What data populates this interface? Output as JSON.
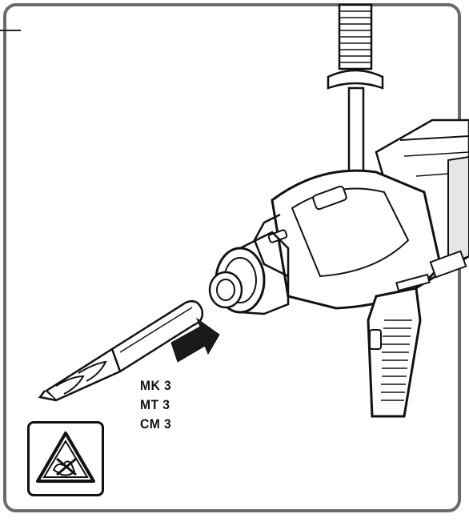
{
  "taper_labels": [
    "MK 3",
    "MT 3",
    "CM 3"
  ],
  "warning_symbol": {
    "icon": "hot-surface-do-not-touch-icon"
  },
  "illustration": {
    "subject": "drill-with-morse-taper-bit",
    "insert_arrow": "insert-direction-arrow"
  },
  "colors": {
    "frame": "#6b6b6b",
    "ink": "#111111",
    "shade": "#7a7a7a",
    "arrow": "#1a1a1a"
  }
}
